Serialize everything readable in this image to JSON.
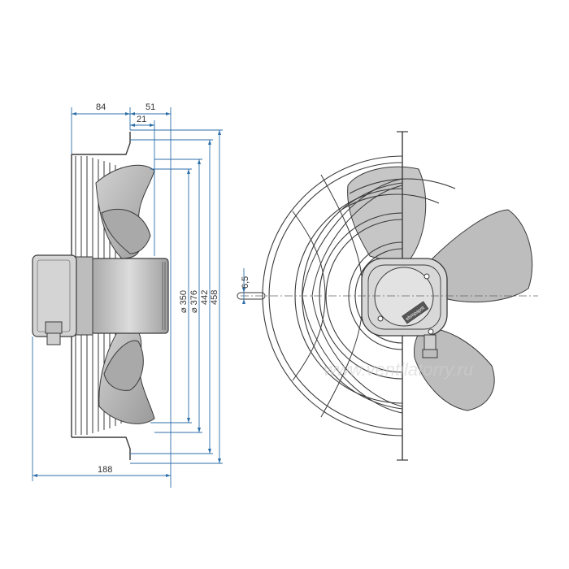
{
  "dimensions": {
    "d84": "84",
    "d51": "51",
    "d21": "21",
    "d350": "⌀ 350",
    "d376": "⌀ 376",
    "d442": "442",
    "d458": "458",
    "d188": "188",
    "d6_5": "6,5"
  },
  "badge": "ebmpapst",
  "watermark": "www.ventilatorry.ru",
  "colors": {
    "line": "#3a3a3a",
    "dimension": "#2c6ea8",
    "blade": "#b8b8b8",
    "blade_dark": "#8f8f8f",
    "motor": "#c7c7c7",
    "centerline": "#666666"
  }
}
